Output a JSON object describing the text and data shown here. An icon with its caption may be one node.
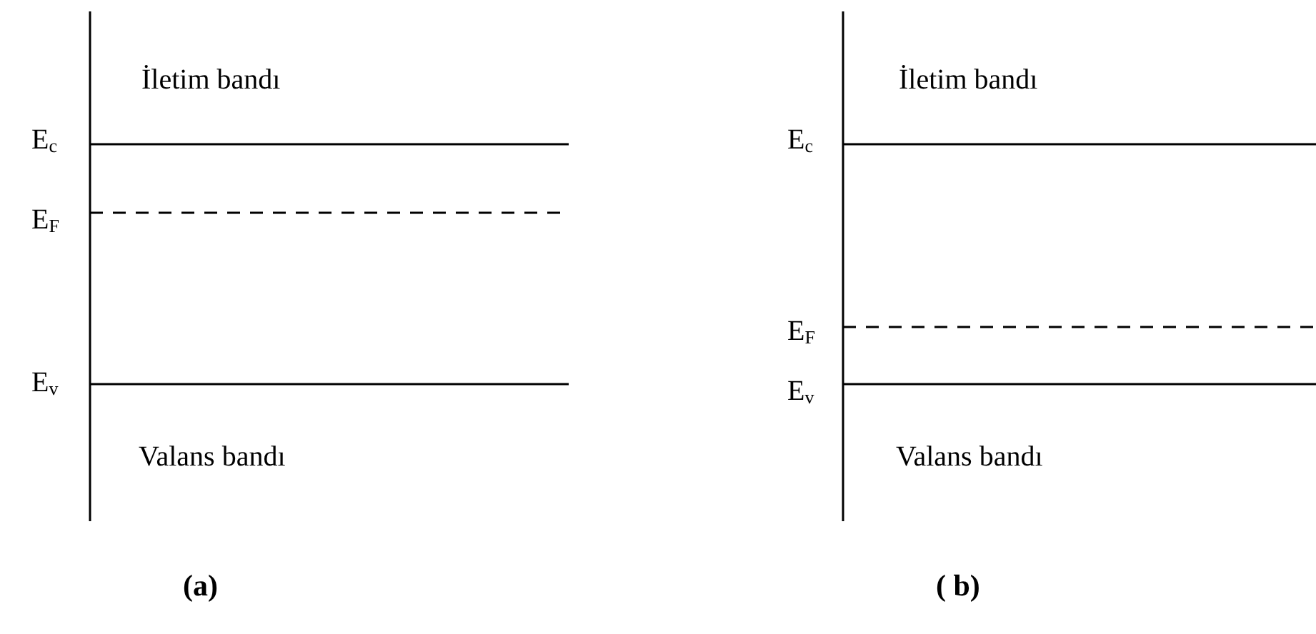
{
  "diagram": {
    "labels": [
      "İletim bandı",
      "E$_{c}$",
      "E$_{F}$",
      "E$_{v}$",
      "Valans bandı",
      "İletim bandı",
      "E$_{c}$",
      "E$_{F}$",
      "E$_{v}$",
      "Valans bandı",
      "(a)",
      "( b)"
    ]
  }
}
